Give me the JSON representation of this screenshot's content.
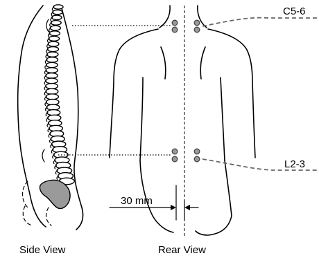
{
  "labels": {
    "upper_level": "C5-6",
    "lower_level": "L2-3",
    "spacing": "30 mm",
    "side_view": "Side View",
    "rear_view": "Rear View"
  },
  "colors": {
    "electrode": "#9a9a9a",
    "sacrum": "#9a9a9a",
    "dashed_line": "#666666"
  }
}
